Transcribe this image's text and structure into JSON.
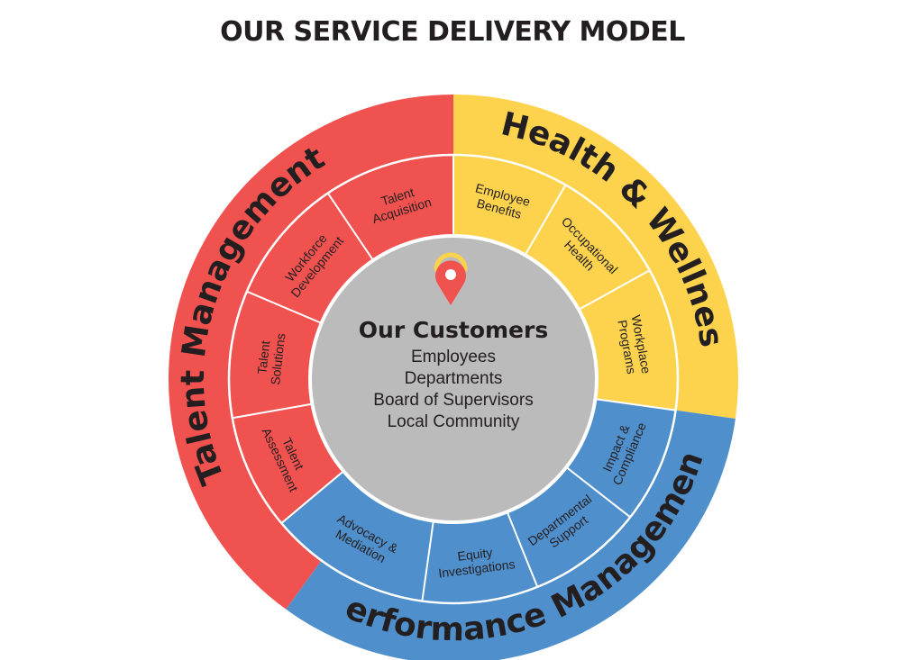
{
  "title": "OUR SERVICE DELIVERY MODEL",
  "colors": {
    "talent": "#f0524f",
    "health": "#fdd34d",
    "performance": "#4f8fcc",
    "center": "#bcbbbb",
    "divider": "#ffffff",
    "text": "#231f20"
  },
  "outer_ring": [
    {
      "id": "talent",
      "label": "Talent Management"
    },
    {
      "id": "health",
      "label": "Health & Wellness"
    },
    {
      "id": "performance",
      "label": "Performance Management"
    }
  ],
  "segments": {
    "talent": [
      [
        "Talent",
        "Assessment"
      ],
      [
        "Talent",
        "Solutions"
      ],
      [
        "Workforce",
        "Development"
      ],
      [
        "Talent",
        "Acquisition"
      ]
    ],
    "health": [
      [
        "Employee",
        "Benefits"
      ],
      [
        "Occupational",
        "Health"
      ],
      [
        "Workplace",
        "Programs"
      ]
    ],
    "performance": [
      [
        "Impact &",
        "Compliance"
      ],
      [
        "Departmental",
        "Support"
      ],
      [
        "Equity",
        "Investigations"
      ],
      [
        "Advocacy &",
        "Mediation"
      ]
    ]
  },
  "center": {
    "icon": "location-pin-icon",
    "title": "Our Customers",
    "items": [
      "Employees",
      "Departments",
      "Board of Supervisors",
      "Local Community"
    ]
  }
}
